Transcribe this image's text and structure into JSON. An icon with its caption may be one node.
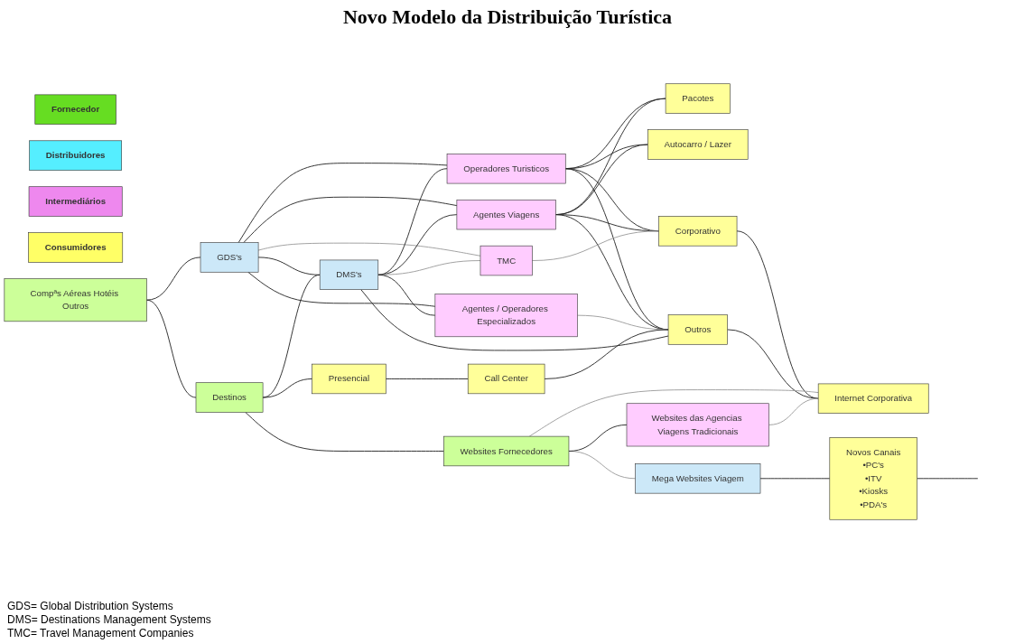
{
  "diagram": {
    "title": "Novo Modelo da Distribuição Turística",
    "nodes": [
      {
        "text": [
          "Fornecedor"
        ]
      },
      {
        "text": [
          "Distribuidores"
        ]
      },
      {
        "text": [
          "Intermediários"
        ]
      },
      {
        "text": [
          "Consumidores"
        ]
      },
      {
        "text": [
          "Compªs Aéreas Hotéis Outros"
        ]
      },
      {
        "text": [
          "GDS's"
        ]
      },
      {
        "text": [
          "Operadores Turisticos"
        ]
      },
      {
        "text": [
          "Pacotes"
        ]
      },
      {
        "text": [
          "Agentes Viagens"
        ]
      },
      {
        "text": [
          "Autocarro / Lazer"
        ]
      },
      {
        "text": [
          "TMC"
        ]
      },
      {
        "text": [
          "Corporativo"
        ]
      },
      {
        "text": [
          "Destinos"
        ]
      },
      {
        "text": [
          "DMS's"
        ]
      },
      {
        "text": [
          "Agentes / Operadores Especializados"
        ]
      },
      {
        "text": [
          "Outros"
        ]
      },
      {
        "text": [
          "Presencial"
        ]
      },
      {
        "text": [
          "Call Center"
        ]
      },
      {
        "text": [
          "Internet Corporativa"
        ]
      },
      {
        "text": [
          "Websites Fornecedores"
        ]
      },
      {
        "text": [
          "Mega Websites Viagem"
        ]
      },
      {
        "text": [
          "Novos Canais",
          "•PC's",
          "•ITV",
          "•Kiosks",
          "•PDA's"
        ]
      },
      {
        "text": [
          "Websites das Agencias Viagens Tradicionais"
        ]
      }
    ],
    "edges": [
      {
        "from": 4,
        "to": 5,
        "arrow": "none"
      },
      {
        "from": 4,
        "to": 12,
        "arrow": "none"
      },
      {
        "from": 5,
        "to": 13,
        "arrow": "none"
      },
      {
        "from": 12,
        "to": 13,
        "arrow": "none"
      },
      {
        "from": 5,
        "to": 6,
        "arrow": "none"
      },
      {
        "from": 5,
        "to": 8,
        "arrow": "none"
      },
      {
        "from": 5,
        "to": 10,
        "arrow": "none",
        "color": "#999999"
      },
      {
        "from": 5,
        "to": 14,
        "arrow": "none"
      },
      {
        "from": 13,
        "to": 6,
        "arrow": "none"
      },
      {
        "from": 13,
        "to": 8,
        "arrow": "none"
      },
      {
        "from": 13,
        "to": 10,
        "arrow": "none",
        "color": "#999999"
      },
      {
        "from": 13,
        "to": 14,
        "arrow": "none"
      },
      {
        "from": 6,
        "to": 7,
        "arrow": "none"
      },
      {
        "from": 6,
        "to": 9,
        "arrow": "none"
      },
      {
        "from": 6,
        "to": 11,
        "arrow": "none"
      },
      {
        "from": 6,
        "to": 15,
        "arrow": "none"
      },
      {
        "from": 8,
        "to": 7,
        "arrow": "none"
      },
      {
        "from": 8,
        "to": 9,
        "arrow": "none"
      },
      {
        "from": 8,
        "to": 11,
        "arrow": "none"
      },
      {
        "from": 8,
        "to": 15,
        "arrow": "none"
      },
      {
        "from": 10,
        "to": 11,
        "arrow": "none",
        "color": "#999999"
      },
      {
        "from": 14,
        "to": 15,
        "arrow": "none",
        "color": "#999999"
      },
      {
        "from": 13,
        "to": 15,
        "arrow": "none"
      },
      {
        "from": 11,
        "to": 18,
        "arrow": "none"
      },
      {
        "from": 15,
        "to": 18,
        "arrow": "none"
      },
      {
        "from": 12,
        "to": 16,
        "arrow": "none"
      },
      {
        "from": 12,
        "to": 19,
        "arrow": "none"
      },
      {
        "from": 16,
        "to": 17,
        "arrow": "none"
      },
      {
        "from": 17,
        "to": 15,
        "arrow": "none"
      },
      {
        "from": 19,
        "to": 18,
        "arrow": "none",
        "color": "#999999"
      },
      {
        "from": 22,
        "to": 18,
        "arrow": "none",
        "color": "#999999"
      },
      {
        "from": 19,
        "to": 20,
        "arrow": "none",
        "color": "#999999"
      },
      {
        "from": 19,
        "to": 22,
        "arrow": "none"
      },
      {
        "from": 20,
        "to": 21,
        "arrow": "none"
      },
      {
        "from": 21,
        "to": null,
        "arrow": "none"
      }
    ],
    "labels": [
      "GDS= Global Distribution Systems",
      "DMS= Destinations Management Systems",
      "TMC= Travel Management Companies"
    ]
  }
}
